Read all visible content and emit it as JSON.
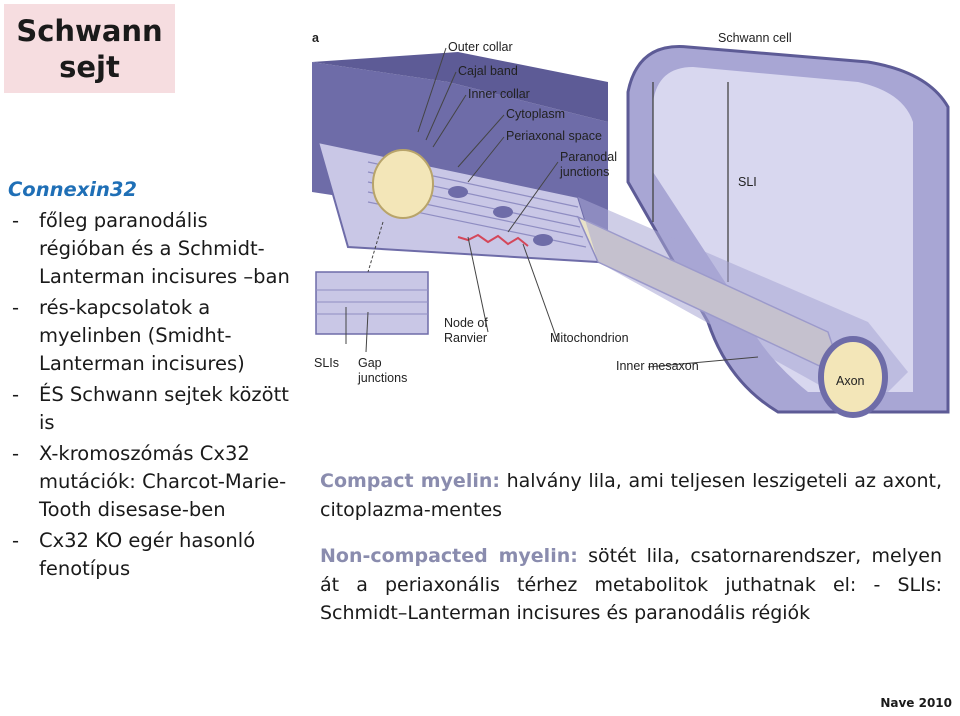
{
  "title": {
    "line1": "Schwann",
    "line2": "sejt"
  },
  "left": {
    "heading": "Connexin32",
    "bullets": [
      "főleg paranodális régióban és a Schmidt-Lanterman incisures –ban",
      "rés-kapcsolatok a myelinben (Smidht-Lanterman incisures)",
      "ÉS Schwann sejtek között is",
      "X-kromoszómás Cx32 mutációk: Charcot-Marie-Tooth disesase-ben",
      "Cx32 KO egér hasonló fenotípus"
    ]
  },
  "figure": {
    "panel_letter": "a",
    "labels": {
      "outer_collar": "Outer collar",
      "cajal_band": "Cajal band",
      "inner_collar": "Inner collar",
      "cytoplasm": "Cytoplasm",
      "periaxonal_space": "Periaxonal space",
      "paranodal": "Paranodal",
      "junctions": "junctions",
      "schwann_cell": "Schwann cell",
      "sli": "SLI",
      "node_of": "Node of",
      "ranvier": "Ranvier",
      "mitochondrion": "Mitochondrion",
      "inner_mesaxon": "Inner mesaxon",
      "axon": "Axon",
      "slis": "SLIs",
      "gap": "Gap",
      "gap_junctions": "junctions"
    },
    "colors": {
      "compact_myelin": "#c9c7e6",
      "non_compact_myelin": "#7d7bb3",
      "axon": "#f3e6b8"
    }
  },
  "caption": {
    "p1_term": "Compact myelin:",
    "p1_text": " halvány lila, ami teljesen leszigeteli az axont, citoplazma-mentes",
    "p2_term": "Non-compacted myelin:",
    "p2_text": " sötét lila, csatornarendszer, melyen át a periaxonális térhez metabolitok juthatnak el: - SLIs: Schmidt–Lanterman incisures és paranodális régiók"
  },
  "credit": "Nave 2010"
}
